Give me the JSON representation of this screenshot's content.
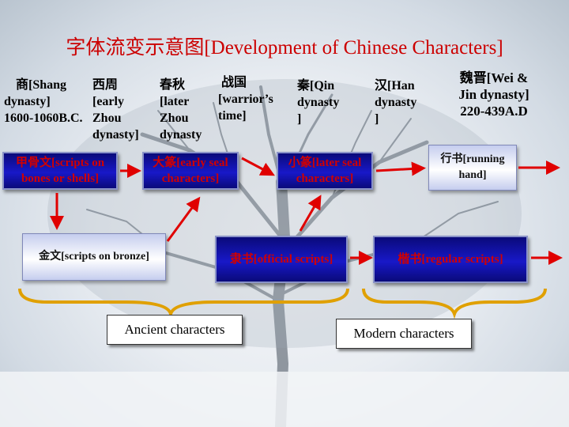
{
  "title": "字体流变示意图[Development of Chinese Characters]",
  "dynasties": {
    "shang": [
      "商[Shang",
      "dynasty]",
      "1600-1060B.C."
    ],
    "western_zhou": [
      "西周",
      "[early",
      "Zhou",
      "dynasty]"
    ],
    "spring_autumn": [
      "春秋",
      "[later",
      "Zhou",
      "dynasty"
    ],
    "warring_states": [
      "战国",
      "[warrior’s",
      "time]"
    ],
    "qin": [
      "秦[Qin",
      "dynasty",
      "]"
    ],
    "han": [
      "汉[Han",
      "dynasty",
      "]"
    ],
    "wei_jin": [
      "魏晋[Wei &",
      "Jin dynasty]",
      "220-439A.D"
    ]
  },
  "scripts": {
    "oracle_bone": "甲骨文[scripts on bones or shells]",
    "dazhuan": "大篆[early seal characters]",
    "xiaozhuan": "小篆[later seal characters]",
    "running": "行书[running hand]",
    "bronze": "金文[scripts on bronze]",
    "clerical": "隶书[official scripts]",
    "regular": "楷书[regular scripts]"
  },
  "groups": {
    "ancient": "Ancient characters",
    "modern": "Modern characters"
  },
  "colors": {
    "title": "#cc0000",
    "arrow": "#e00000",
    "box_dark": "#1414b4",
    "box_text_red": "#d20000",
    "brace": "#e0a000"
  }
}
